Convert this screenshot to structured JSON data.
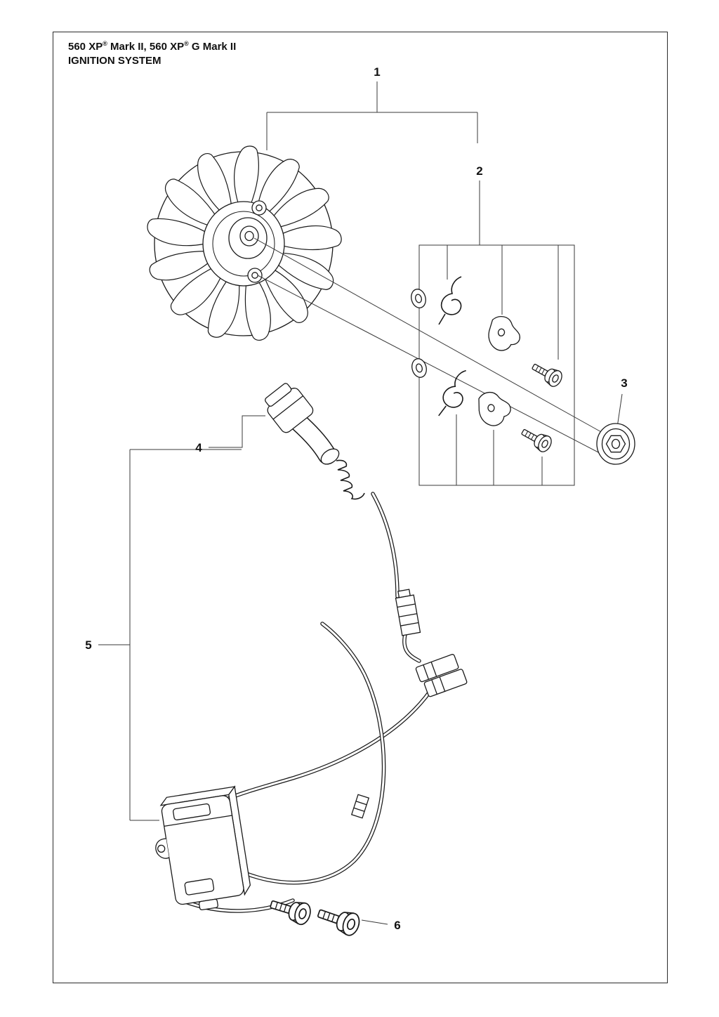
{
  "header": {
    "model": {
      "seg0": "560 XP",
      "reg": "®",
      "seg1": " Mark II, 560 XP",
      "seg2": " G Mark II"
    },
    "subtitle": "IGNITION SYSTEM"
  },
  "callouts": {
    "c1": "1",
    "c2": "2",
    "c3": "3",
    "c4": "4",
    "c5": "5",
    "c6": "6"
  },
  "colors": {
    "ink": "#1a1a1a",
    "paper": "#ffffff"
  }
}
